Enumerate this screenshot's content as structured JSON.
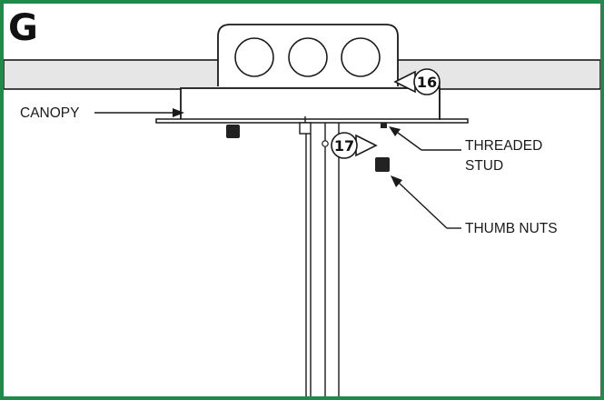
{
  "panel": {
    "letter": "G"
  },
  "colors": {
    "frame": "#1f8a4a",
    "ceiling": "#e6e6e6",
    "line": "#1a1a1a",
    "fill_white": "#ffffff",
    "nut": "#222222"
  },
  "labels": {
    "canopy": "CANOPY",
    "threaded_stud_line1": "THREADED",
    "threaded_stud_line2": "STUD",
    "thumb_nuts": "THUMB NUTS"
  },
  "steps": {
    "upper": "16",
    "lower": "17"
  }
}
